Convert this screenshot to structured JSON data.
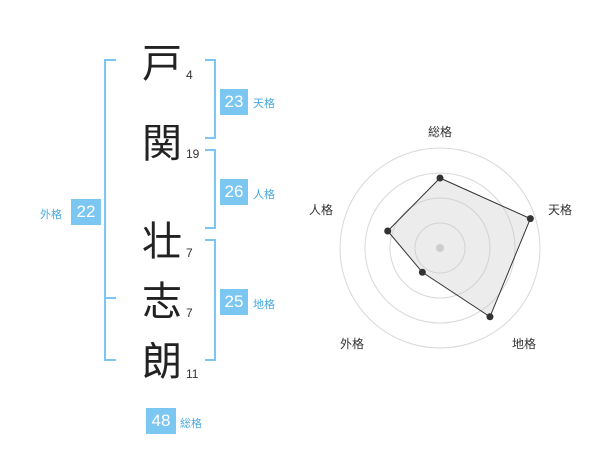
{
  "name_chars": [
    {
      "char": "戸",
      "strokes": "4"
    },
    {
      "char": "関",
      "strokes": "19"
    },
    {
      "char": "壮",
      "strokes": "7"
    },
    {
      "char": "志",
      "strokes": "7"
    },
    {
      "char": "朗",
      "strokes": "11"
    }
  ],
  "fortunes": {
    "tenkaku": {
      "value": "23",
      "label": "天格"
    },
    "jinkaku": {
      "value": "26",
      "label": "人格"
    },
    "chikaku": {
      "value": "25",
      "label": "地格"
    },
    "gaikaku": {
      "value": "22",
      "label": "外格"
    },
    "soukaku": {
      "value": "48",
      "label": "総格"
    }
  },
  "colors": {
    "accent": "#7cc6f2",
    "label": "#4aa9e0",
    "bracket": "#7cc6f2"
  },
  "chart_data": {
    "type": "radar",
    "axes": [
      "総格",
      "天格",
      "地格",
      "外格",
      "人格"
    ],
    "scale_rings": 4,
    "values": [
      0.7,
      0.95,
      0.85,
      0.3,
      0.55
    ]
  }
}
